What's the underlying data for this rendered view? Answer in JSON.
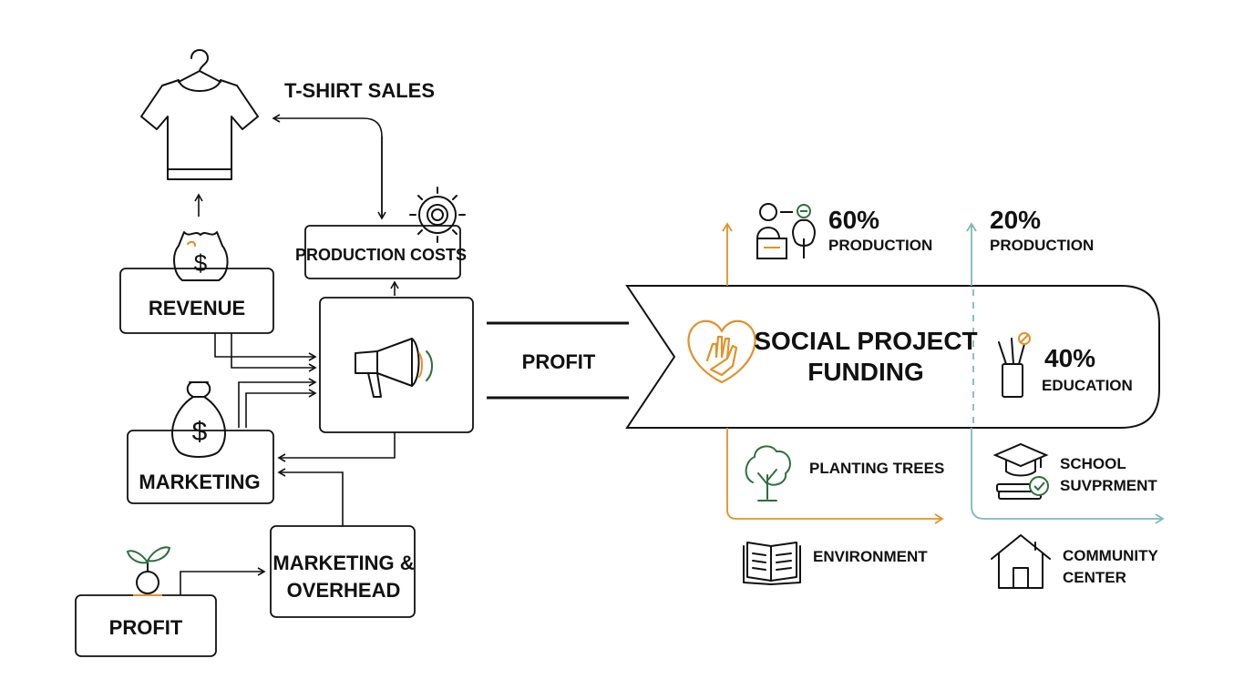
{
  "colors": {
    "ink": "#111111",
    "orange": "#e0922b",
    "teal": "#7fb8b5",
    "green": "#2e6e3f"
  },
  "left": {
    "tshirt_sales": "T-SHIRT SALES",
    "production_costs": "PRODUCTION COSTS",
    "revenue": "REVENUE",
    "marketing": "MARKETING",
    "profit_bottom": "PROFIT",
    "marketing_overhead_line1": "MARKETING &",
    "marketing_overhead_line2": "OVERHEAD",
    "currency_symbol": "$"
  },
  "center": {
    "profit": "PROFIT"
  },
  "right": {
    "funding_line1": "SOCIAL PROJECT",
    "funding_line2": "FUNDING",
    "top_left_pct": "60%",
    "top_left_label": "PRODUCTION",
    "top_right_pct": "20%",
    "top_right_label": "PRODUCTION",
    "education_pct": "40%",
    "education_label": "EDUCATION",
    "planting_trees": "PLANTING TREES",
    "environment": "ENVIRONMENT",
    "school_line1": "SCHOOL",
    "school_line2": "SUVPRMENT",
    "community_line1": "COMMUNITY",
    "community_line2": "CENTER"
  },
  "icons": [
    "tshirt-hanger-icon",
    "money-bag-icon",
    "gear-icon",
    "megaphone-icon",
    "sprout-icon",
    "heart-hands-icon",
    "person-desk-tree-icon",
    "pencil-cup-icon",
    "tree-icon",
    "open-book-icon",
    "graduation-cap-icon",
    "house-icon"
  ]
}
